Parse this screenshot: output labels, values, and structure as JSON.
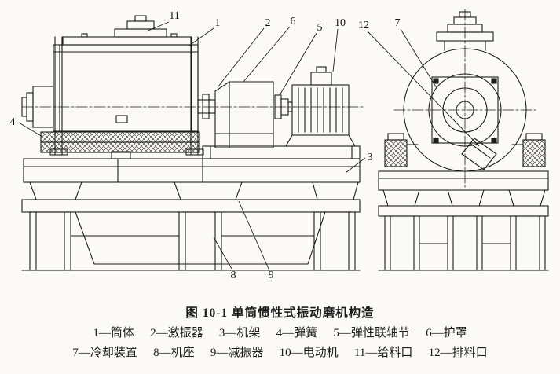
{
  "figure": {
    "caption": "图 10-1  单筒惯性式振动磨机构造",
    "legend": {
      "line1": [
        "1—筒体",
        "2—激振器",
        "3—机架",
        "4—弹簧",
        "5—弹性联轴节",
        "6—护罩"
      ],
      "line2": [
        "7—冷却装置",
        "8—机座",
        "9—减振器",
        "10—电动机",
        "11—给料口",
        "12—排料口"
      ]
    },
    "callouts": {
      "c1": "1",
      "c2": "2",
      "c3": "3",
      "c4": "4",
      "c5": "5",
      "c6": "6",
      "c7": "7",
      "c8": "8",
      "c9": "9",
      "c10": "10",
      "c11": "11",
      "c12": "12"
    },
    "colors": {
      "line": "#1c1c1c",
      "background": "#fbfaf6"
    }
  }
}
